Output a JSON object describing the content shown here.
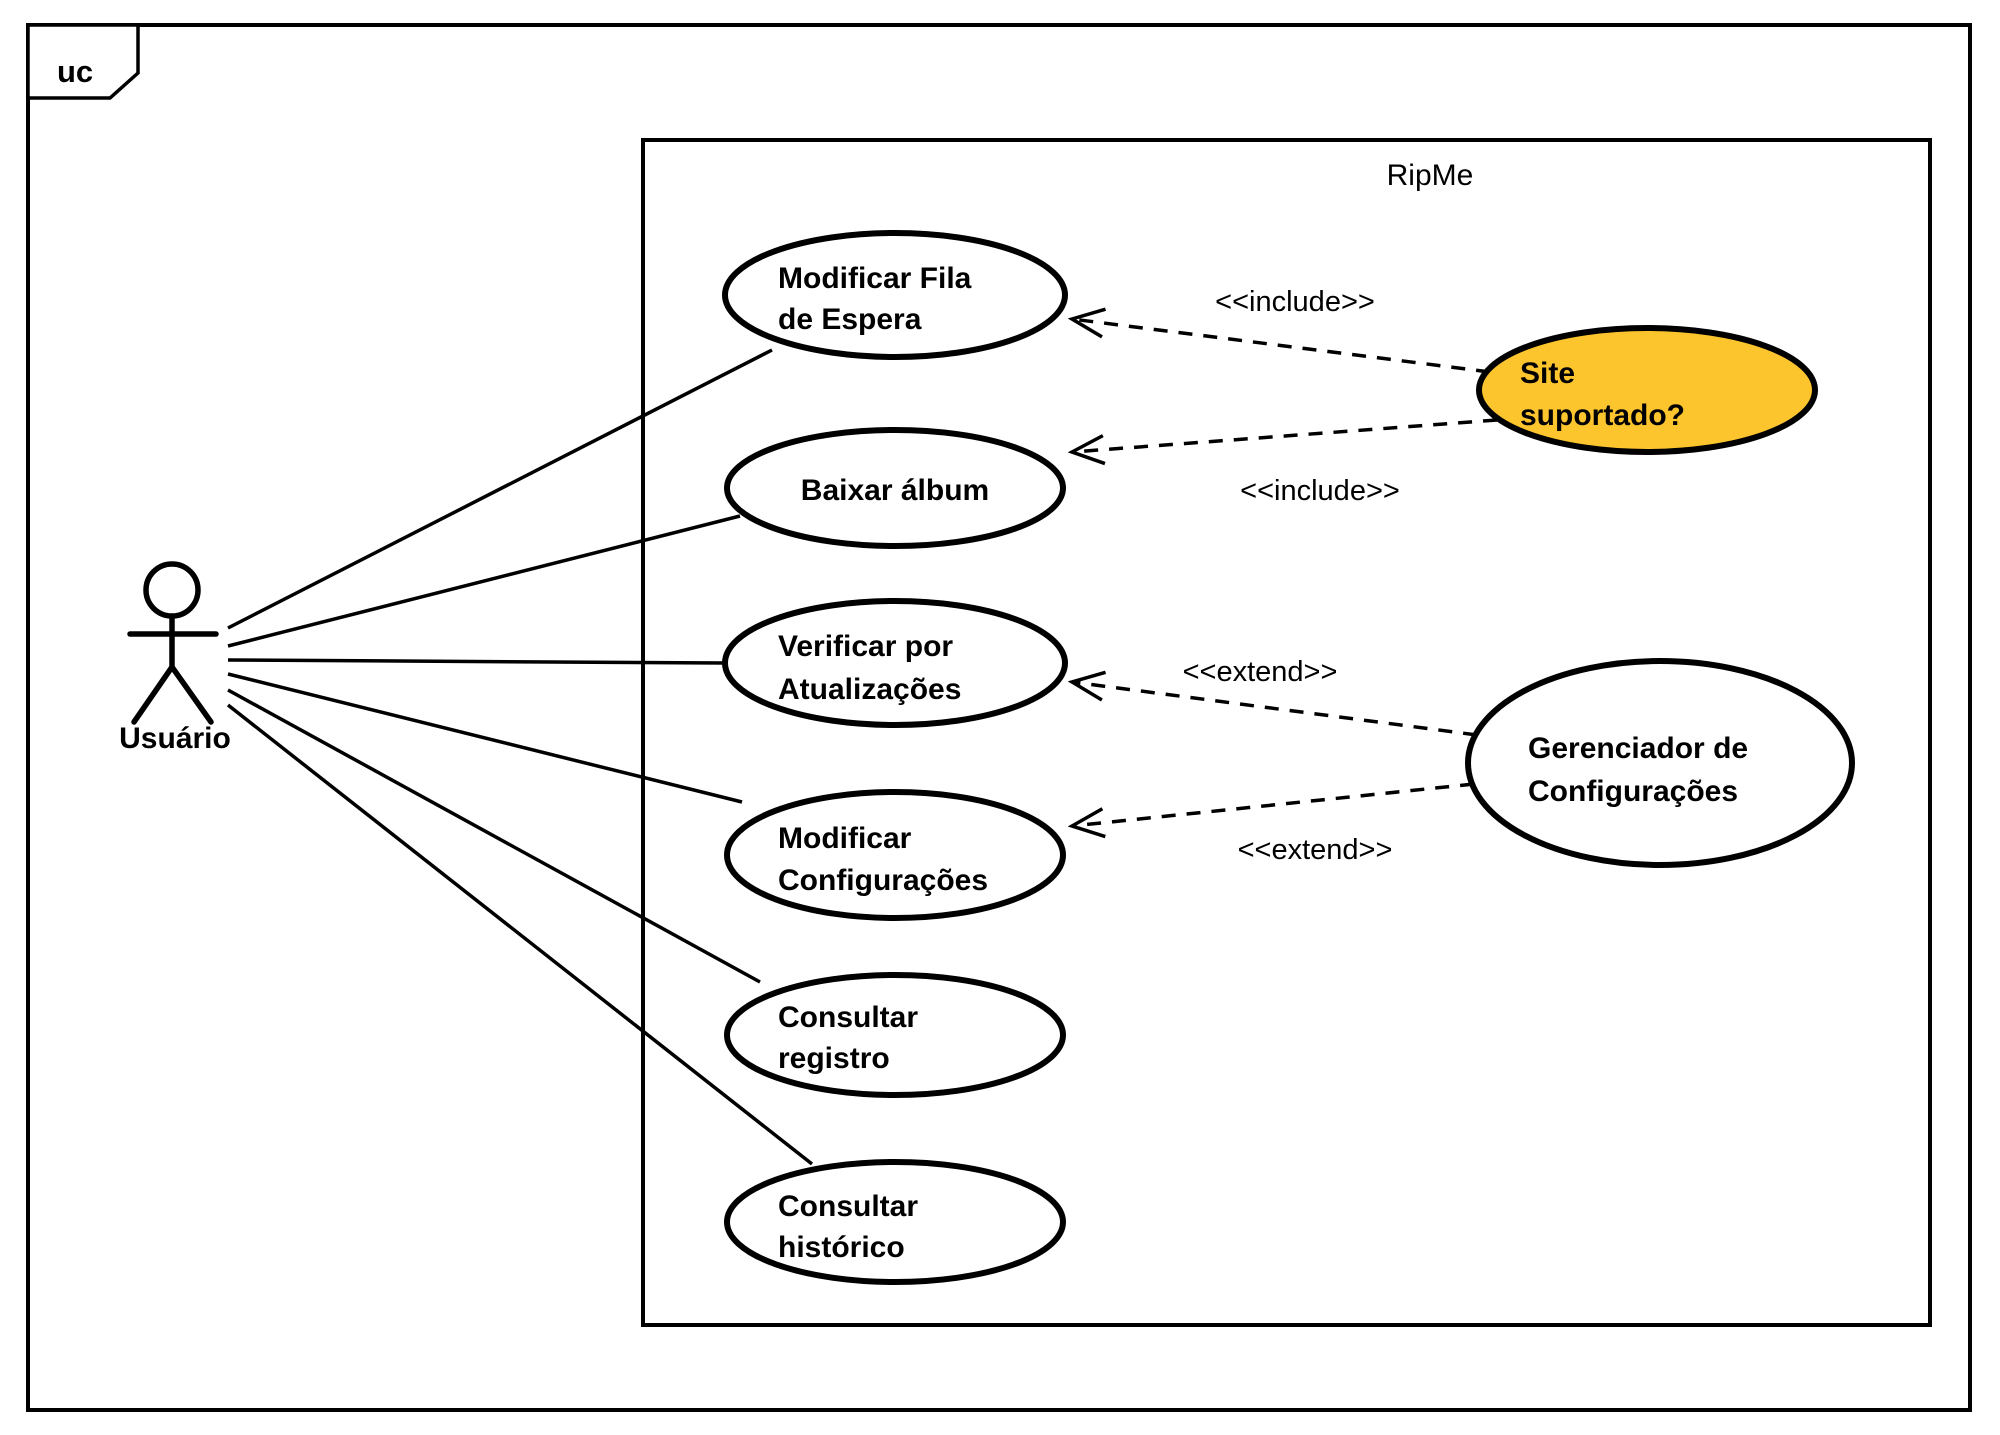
{
  "frame": {
    "tag_label": "uc"
  },
  "system": {
    "title": "RipMe"
  },
  "actor": {
    "label": "Usuário"
  },
  "use_cases": {
    "modificar_fila": {
      "line1": "Modificar Fila",
      "line2": "de Espera"
    },
    "baixar_album": {
      "line1": "Baixar álbum"
    },
    "verificar_atualizacoes": {
      "line1": "Verificar por",
      "line2": "Atualizações"
    },
    "modificar_configuracoes": {
      "line1": "Modificar",
      "line2": "Configurações"
    },
    "consultar_registro": {
      "line1": "Consultar",
      "line2": "registro"
    },
    "consultar_historico": {
      "line1": "Consultar",
      "line2": "histórico"
    },
    "site_suportado": {
      "line1": "Site",
      "line2": "suportado?"
    },
    "gerenciador_configuracoes": {
      "line1": "Gerenciador de",
      "line2": "Configurações"
    }
  },
  "relations": {
    "include_fila": {
      "label": "<<include>>"
    },
    "include_album": {
      "label": "<<include>>"
    },
    "extend_verificar": {
      "label": "<<extend>>"
    },
    "extend_modificar": {
      "label": "<<extend>>"
    }
  },
  "colors": {
    "highlight": "#FCC42D",
    "stroke": "#000000",
    "background": "#FFFFFF"
  }
}
